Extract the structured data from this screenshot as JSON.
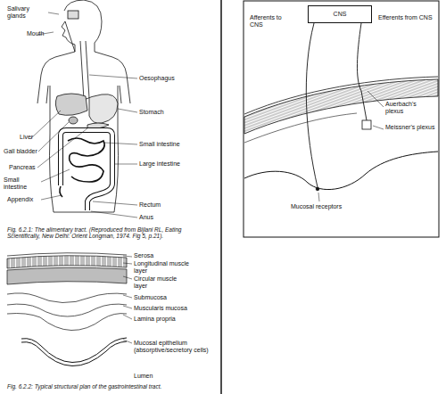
{
  "diagram": {
    "nodes": [
      {
        "text": [
          "CNS"
        ]
      }
    ],
    "labels": [
      "Salivary glands",
      "Mouth",
      "Oesophagus",
      "Stomach",
      "Liver",
      "Small intestine",
      "Gall bladder",
      "Large intestine",
      "Pancreas",
      "Small intestine",
      "Appendix",
      "Rectum",
      "Anus",
      "Fig. 6.2.1: The alimentary tract. (Reproduced from Bijlani RL, Eating Scientifically, New Delhi: Orient Longman, 1974. Fig 5, p.21).",
      "Serosa",
      "Longitudinal muscle layer",
      "Circular muscle layer",
      "Submucosa",
      "Muscularis mucosa",
      "Lamina propria",
      "Mucosal epithelium (absorptive/secretory cells)",
      "Lumen",
      "Fig. 6.2.2: Typical structural plan of the gastrointestinal tract.",
      "Afferents to CNS",
      "Efferents from CNS",
      "Auerbach's plexus",
      "Meissner's plexus",
      "Mucosal receptors"
    ]
  }
}
